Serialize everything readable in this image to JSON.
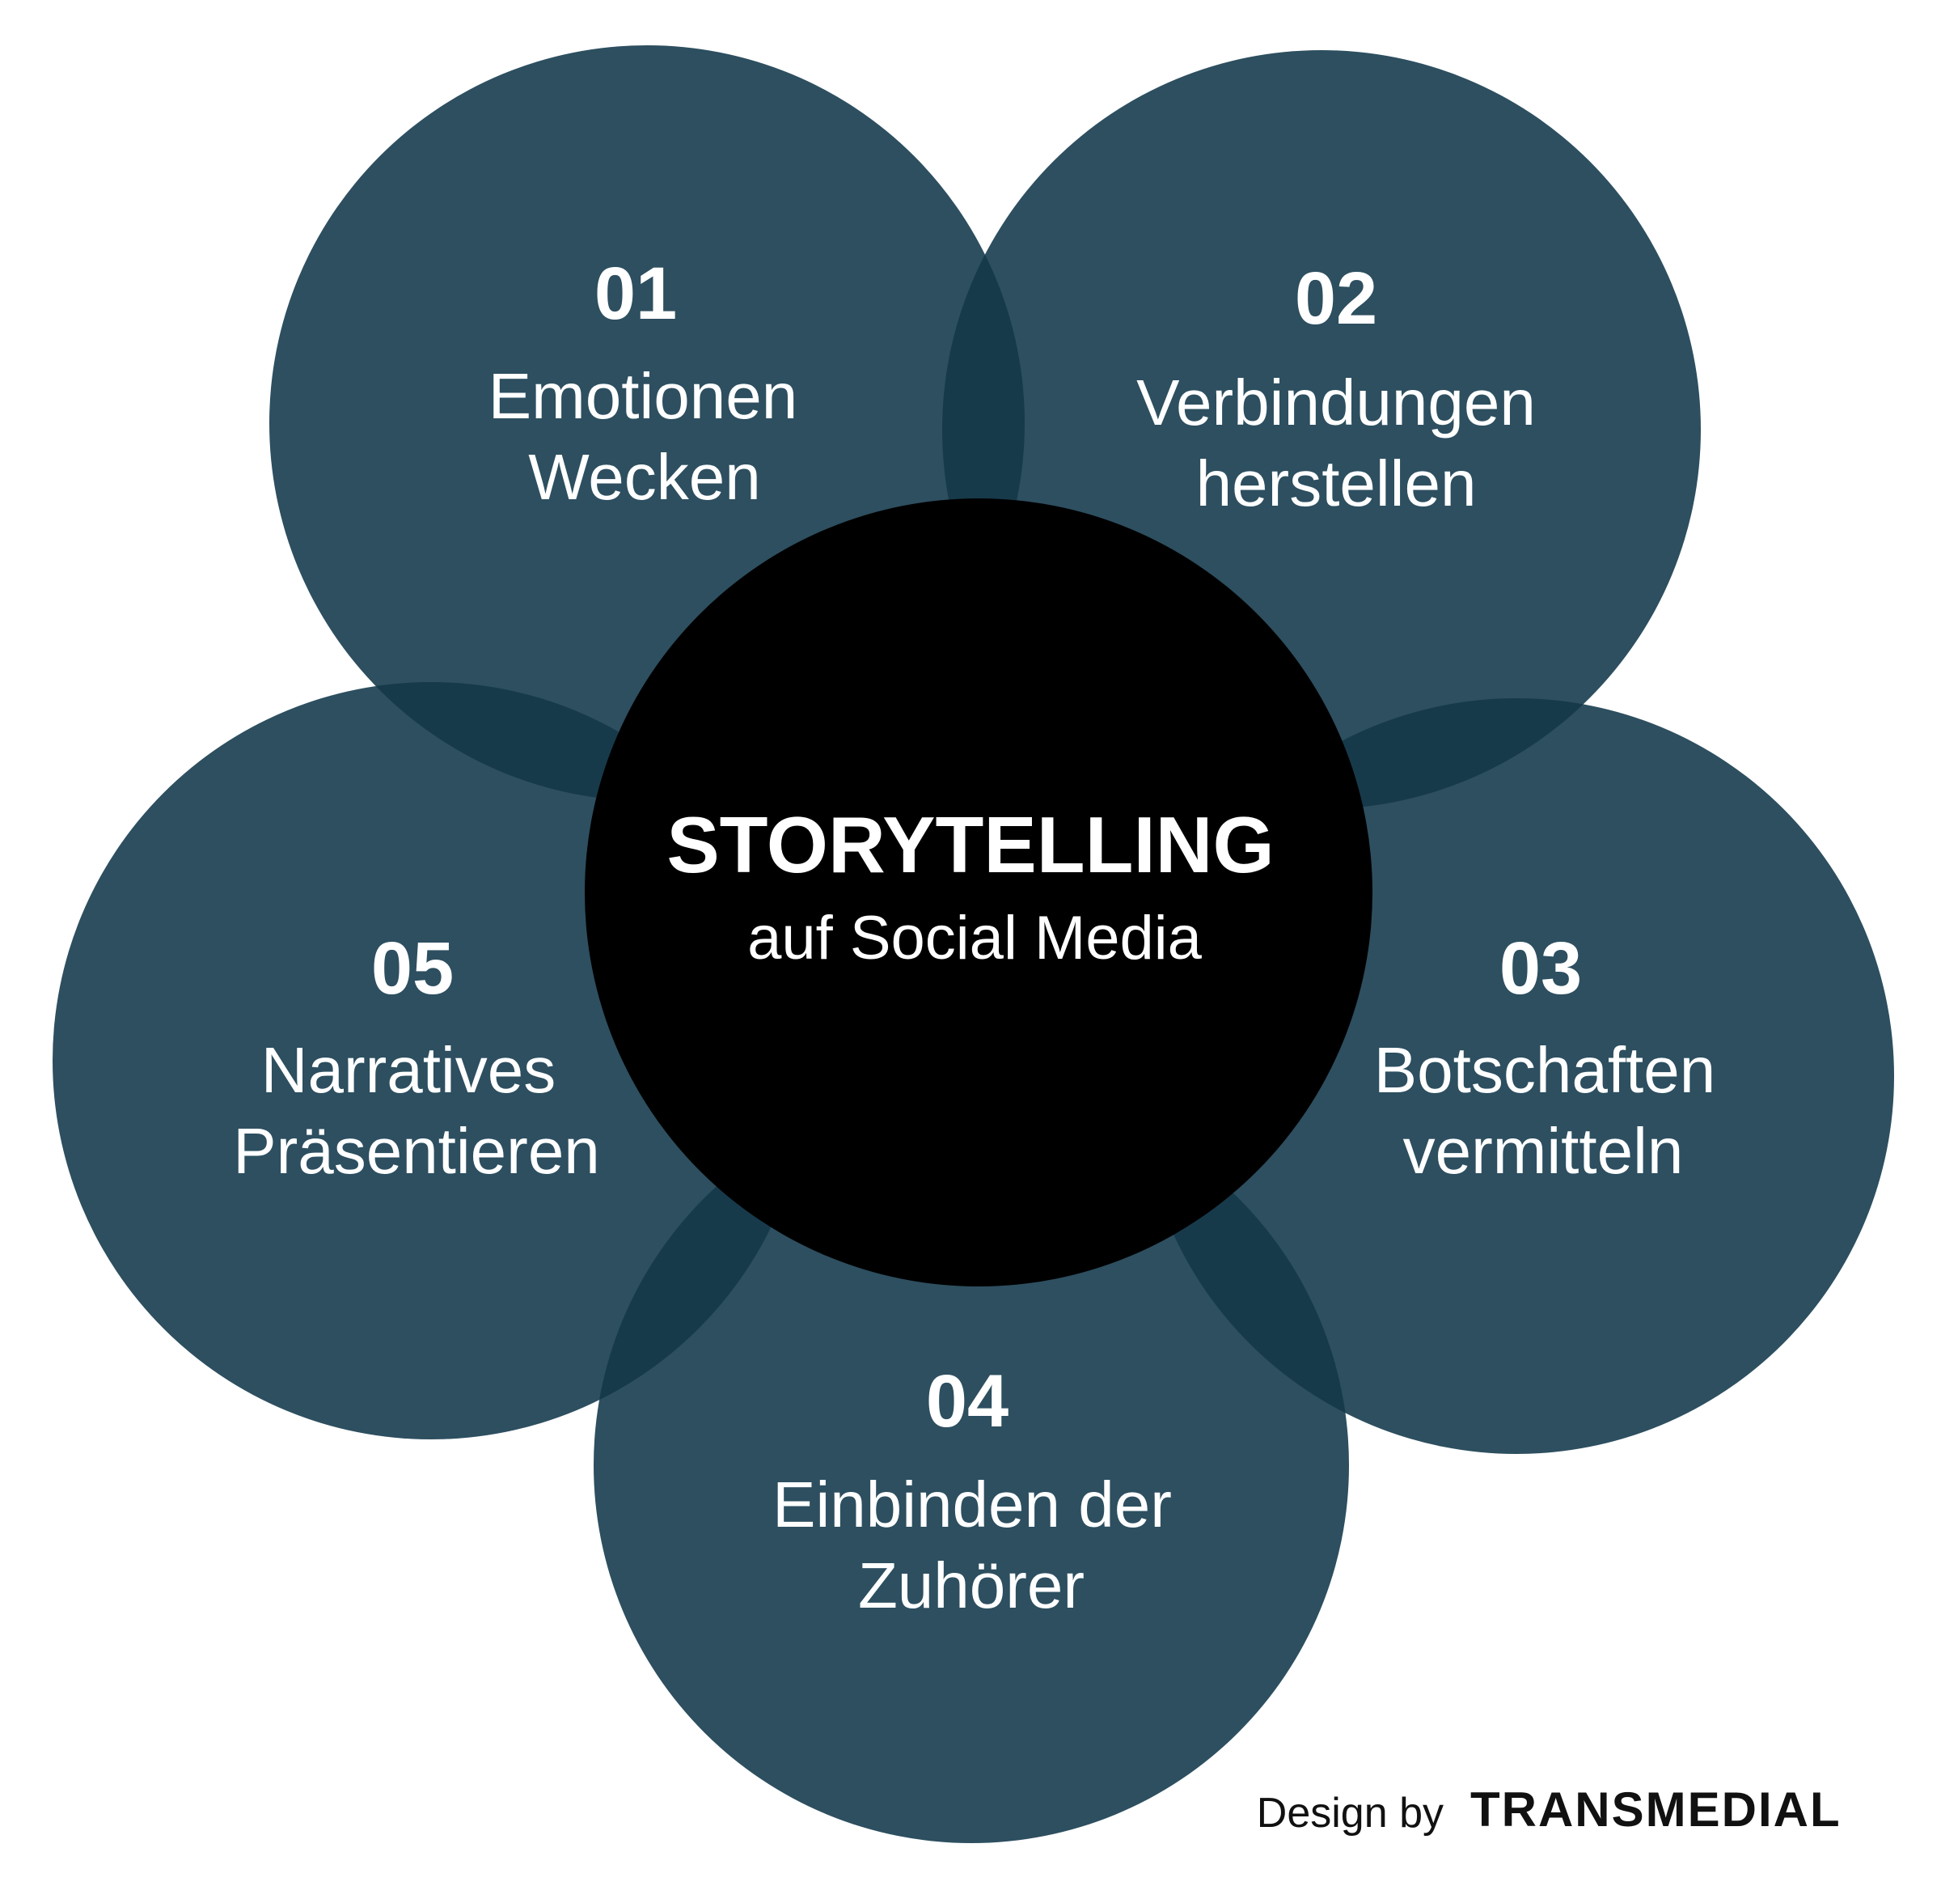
{
  "center": {
    "title": "STORYTELLING",
    "subtitle": "auf Social Media"
  },
  "petals": [
    {
      "number": "01",
      "line1": "Emotionen",
      "line2": "Wecken"
    },
    {
      "number": "02",
      "line1": "Verbindungen",
      "line2": "herstellen"
    },
    {
      "number": "03",
      "line1": "Botschaften",
      "line2": "vermitteln"
    },
    {
      "number": "04",
      "line1": "Einbinden der",
      "line2": "Zuhörer"
    },
    {
      "number": "05",
      "line1": "Narratives",
      "line2": "Präsentieren"
    }
  ],
  "credit": {
    "prefix": "Design by",
    "brand": "TRANSMEDIAL"
  },
  "colors": {
    "petal": "#2d4f60",
    "overlap": "#173a4b",
    "center": "#000000",
    "text": "#ffffff",
    "credit": "#111111",
    "background": "#ffffff"
  }
}
